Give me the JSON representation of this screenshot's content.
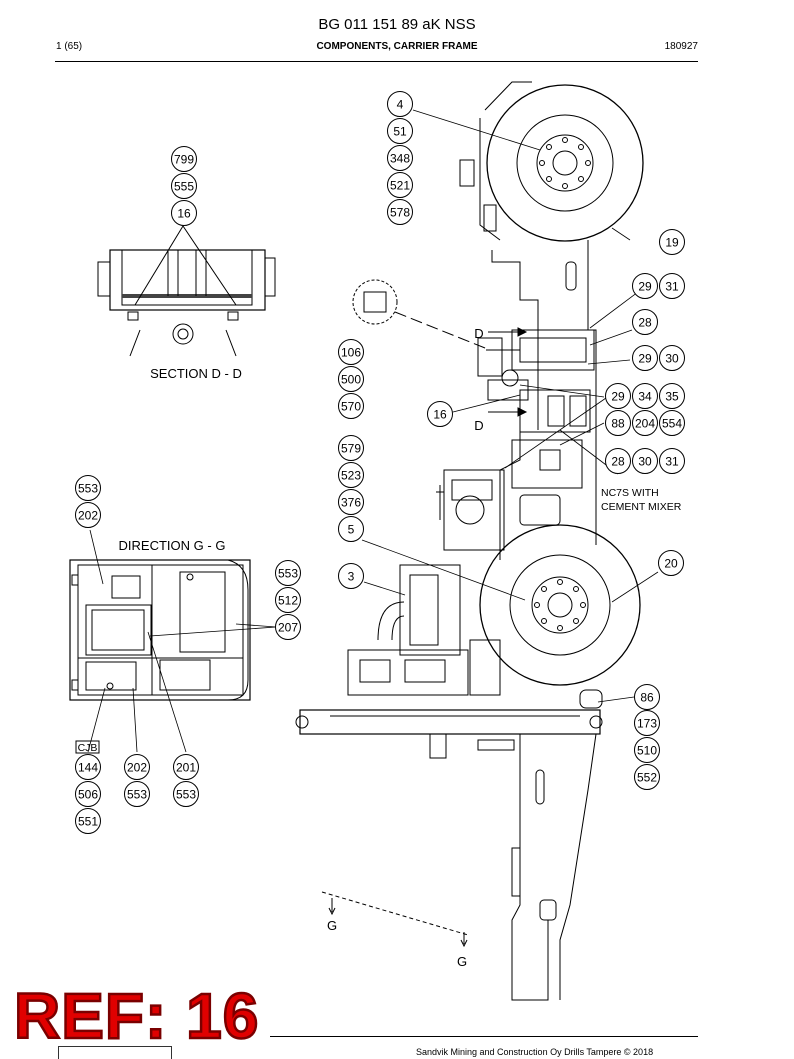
{
  "header": {
    "doc_number": "BG 011 151 89 aK NSS",
    "page": "1 (65)",
    "section_title": "COMPONENTS, CARRIER FRAME",
    "date_code": "180927"
  },
  "views": {
    "section_label": "SECTION D - D",
    "direction_label": "DIRECTION G - G",
    "d_marker": "D",
    "g_marker": "G",
    "note": [
      "NC7S WITH",
      "CEMENT MIXER"
    ],
    "cjb_tag": "CJB"
  },
  "balloons": [
    "4",
    "51",
    "348",
    "521",
    "578",
    "799",
    "555",
    "16",
    "19",
    "29",
    "31",
    "28",
    "30",
    "106",
    "500",
    "570",
    "34",
    "35",
    "88",
    "204",
    "554",
    "579",
    "523",
    "376",
    "5",
    "553",
    "202",
    "20",
    "3",
    "512",
    "207",
    "86",
    "173",
    "510",
    "552",
    "144",
    "506",
    "551",
    "201"
  ],
  "ref_stamp": "REF: 16",
  "footer": {
    "copyright": "Sandvik Mining and Construction Oy Drills Tampere © 2018"
  },
  "colors": {
    "line": "#000000",
    "stamp": "#e00000",
    "stamp_outline": "#7a0000"
  }
}
